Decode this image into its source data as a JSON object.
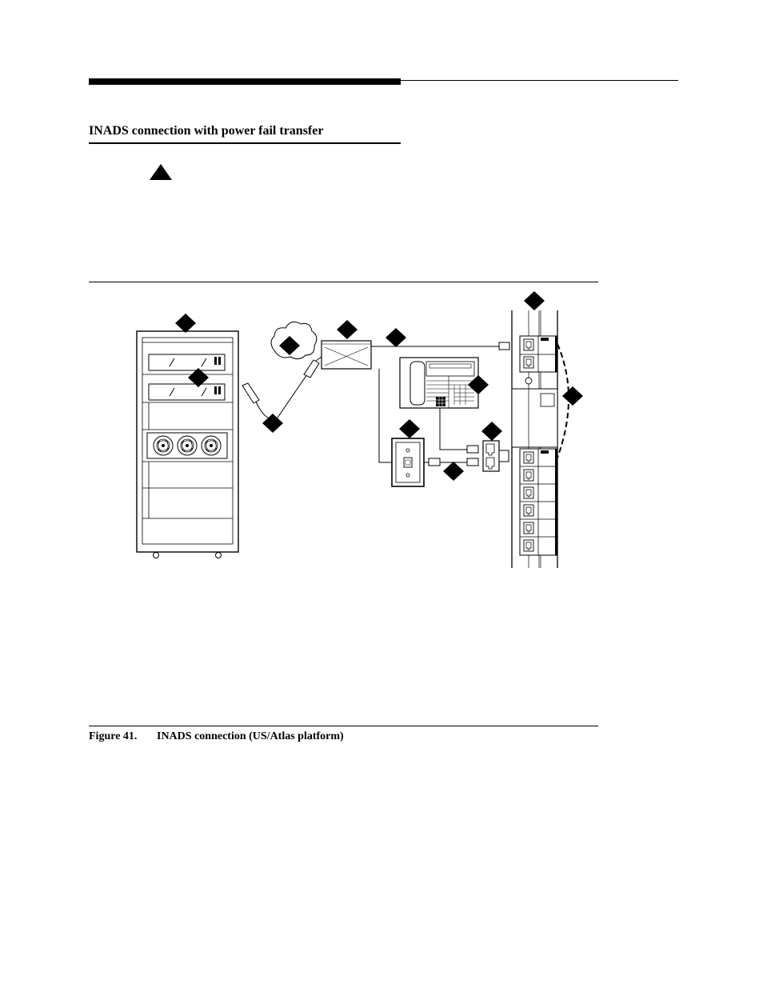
{
  "section": {
    "title": "INADS connection with power fail transfer"
  },
  "caution": {
    "icon": "caution-triangle-icon"
  },
  "figure": {
    "number": "Figure 41.",
    "caption": "INADS connection (US/Atlas platform)"
  },
  "diagram": {
    "callout_color": "#000000",
    "components": [
      "cabinet",
      "network-cloud",
      "modem",
      "telephone",
      "wall-jack",
      "duplex-adapter",
      "cross-connect-panel"
    ]
  }
}
